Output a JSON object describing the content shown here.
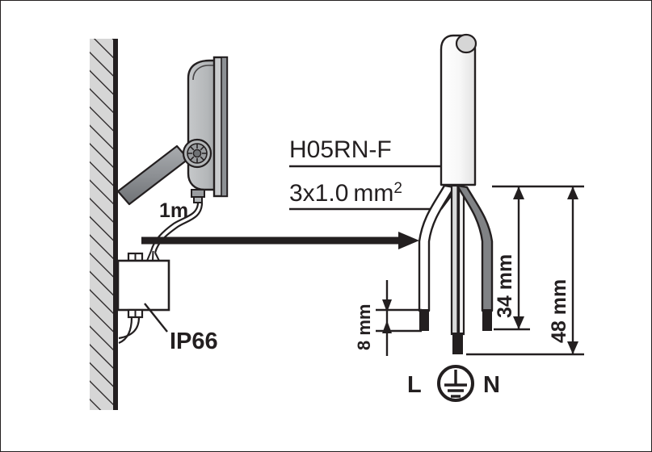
{
  "diagram": {
    "title": "LED floodlight wall mounting and supply cable detail",
    "labels": {
      "mounting_height": "1m",
      "ingress_protection": "IP66",
      "cable_type": "H05RN-F",
      "cable_section_main": "3x1.0",
      "cable_section_unit": "mm",
      "cable_section_sup": "2",
      "strip_length": "8 mm",
      "inner_length": "34 mm",
      "outer_length": "48 mm",
      "terminal_live": "L",
      "terminal_neutral": "N",
      "terminal_earth_icon": "earth-ground-icon"
    },
    "colors": {
      "outline": "#231f20",
      "wall_fill": "#d6d6d6",
      "luminaire_fill": "#b9bbbd",
      "luminaire_fill_dark": "#9a9da0",
      "bracket_fill": "#8d9094",
      "sheath_fill": "#f2f2f2",
      "wire_live_fill": "#ffffff",
      "wire_earth_fill": "#d9d9d9",
      "wire_neutral_fill": "#808285",
      "conductor_tip": "#231f20",
      "arrow": "#231f20",
      "frame": "#231f20"
    },
    "parts": {
      "wall": "hatched-wall",
      "luminaire": "led-floodlight",
      "bracket": "mounting-bracket",
      "ratchet": "tilt-ratchet-joint",
      "gland": "cable-gland",
      "junction_box": "ip66-junction-box",
      "transfer_arrow": "right-arrow",
      "cable": "supply-cable",
      "conductors": [
        {
          "name": "live-conductor",
          "position": "left"
        },
        {
          "name": "earth-conductor",
          "position": "centre"
        },
        {
          "name": "neutral-conductor",
          "position": "right"
        }
      ]
    }
  }
}
